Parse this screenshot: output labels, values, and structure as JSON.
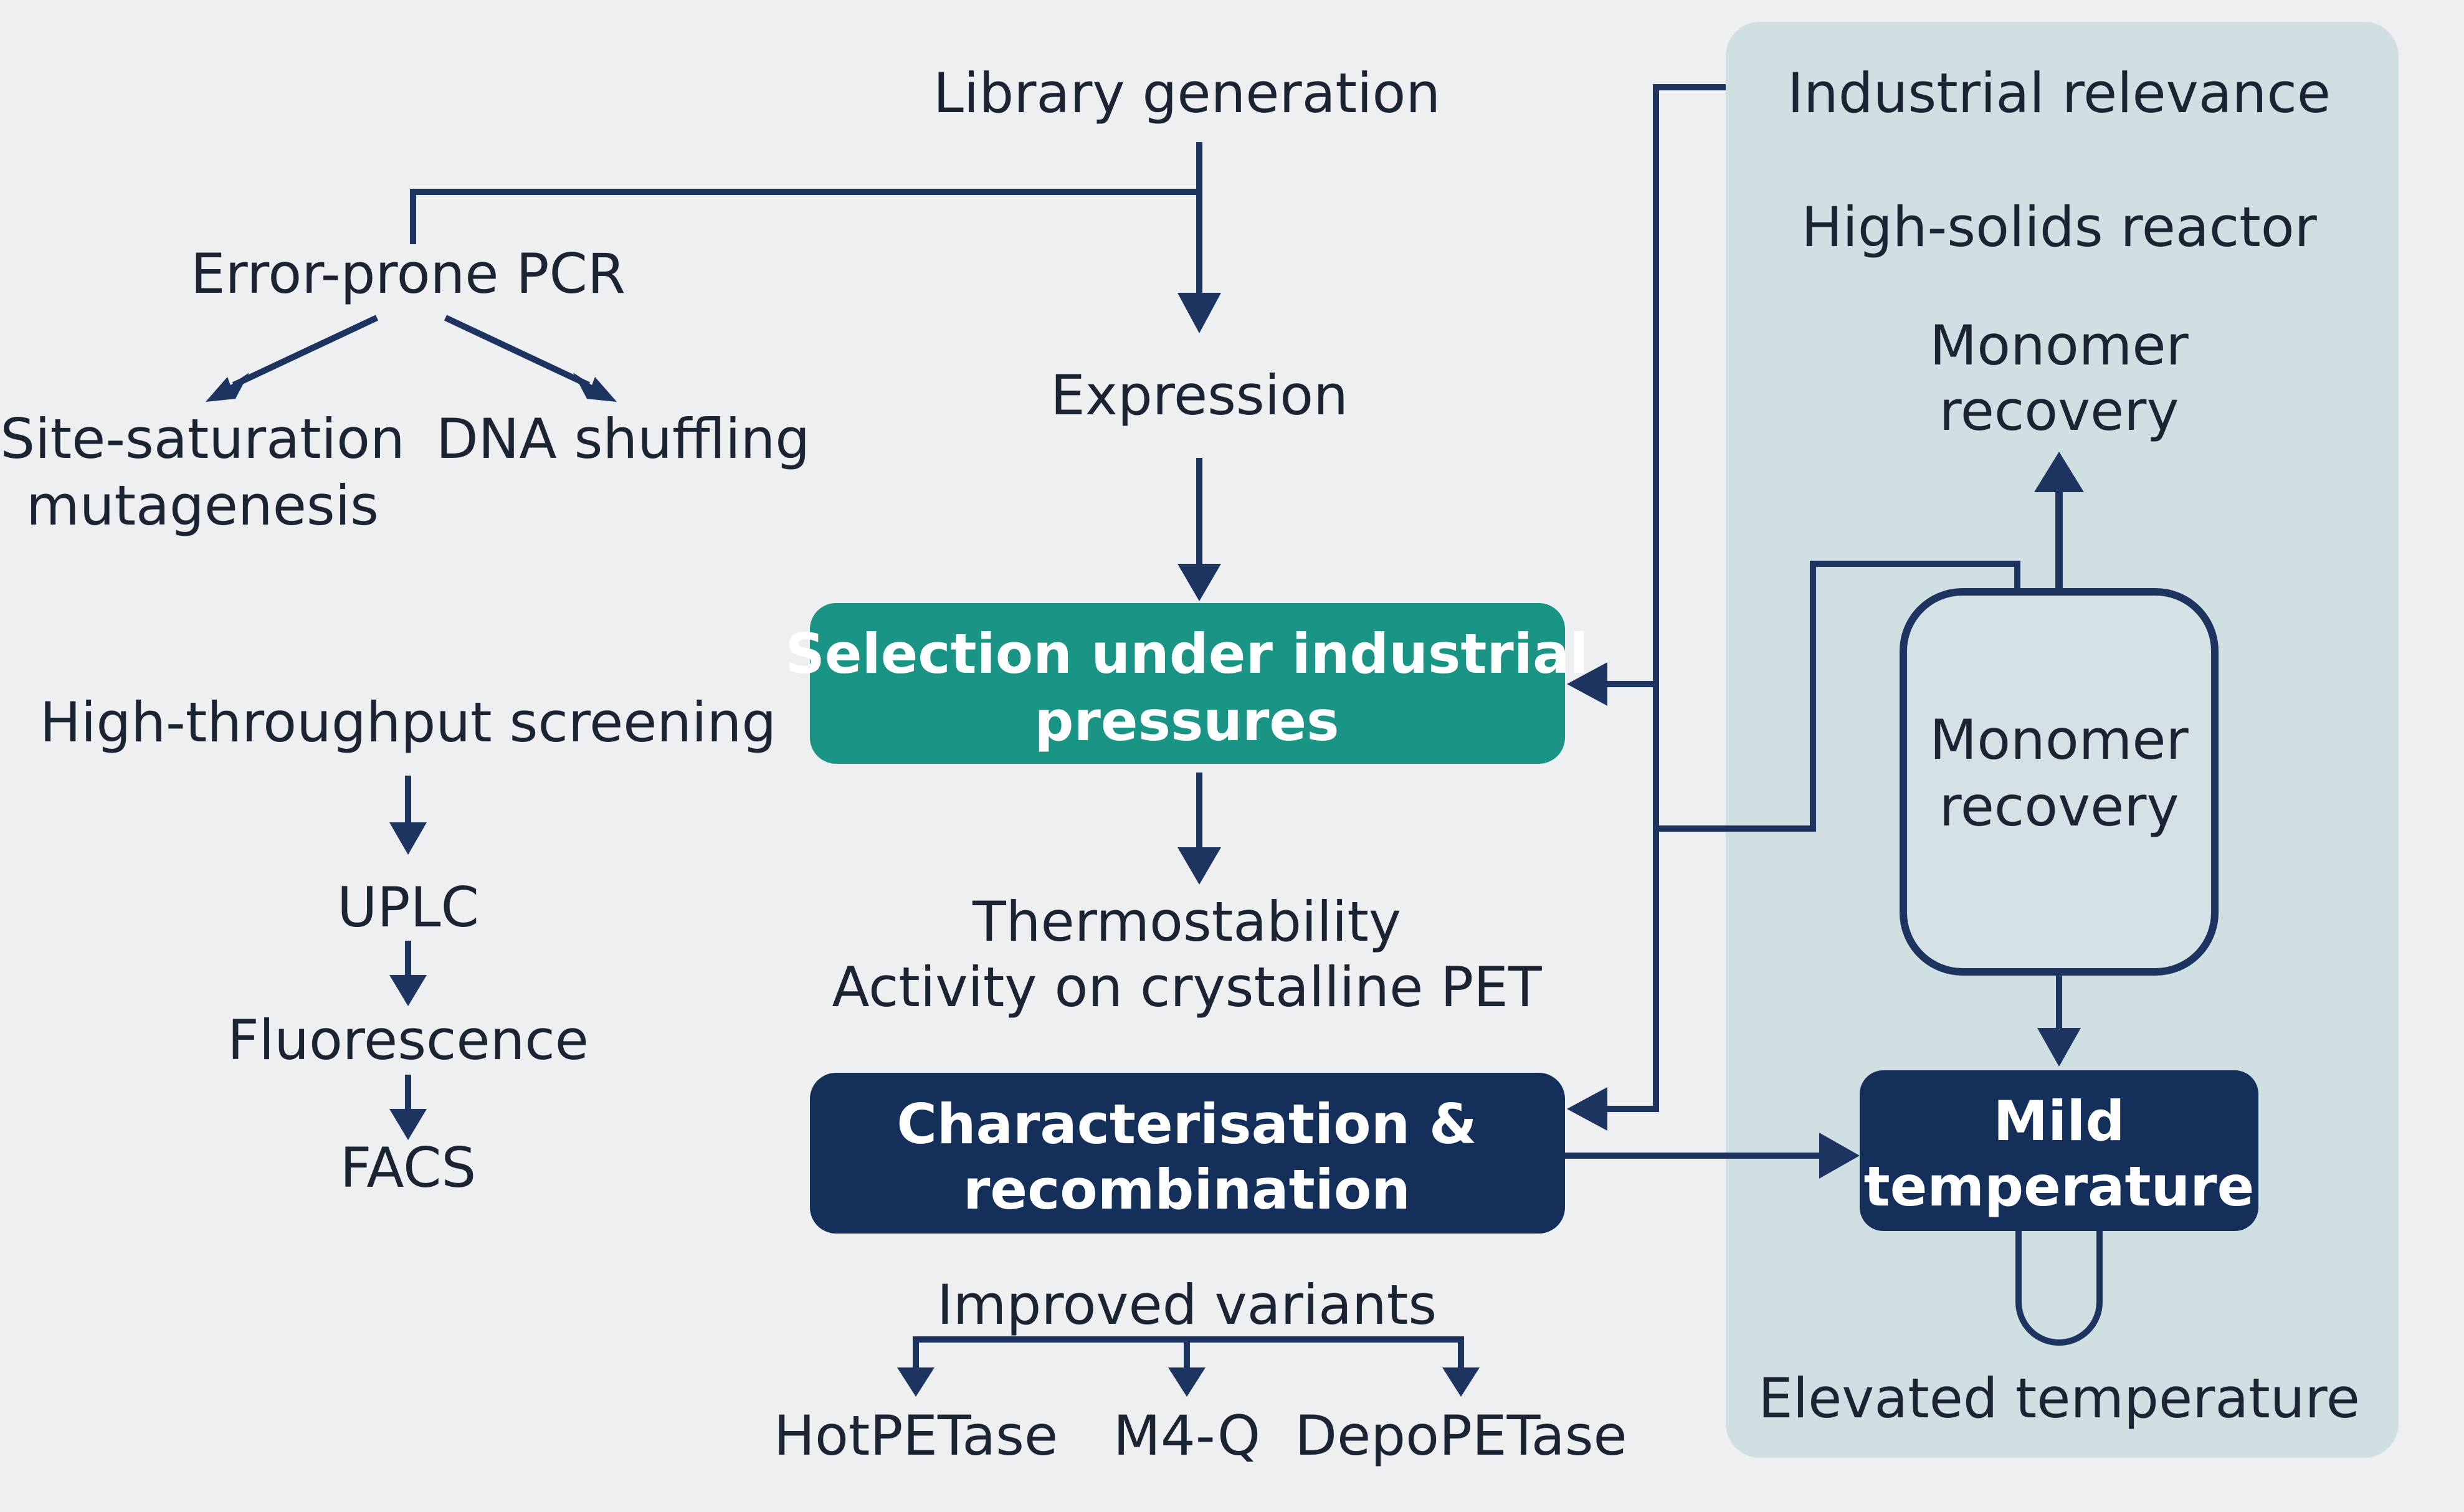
{
  "colors": {
    "canvas": "#eeeff0",
    "arrow": "#1d3360",
    "text": "#1b2433",
    "teal_box": "#1a9485",
    "navy_box": "#14305a",
    "panel": "#cfdfe2",
    "reactor_fill": "#d4e2e5",
    "box_text": "#ffffff"
  },
  "library": {
    "title": "Library generation",
    "error_prone_pcr": "Error-prone PCR",
    "site_saturation": [
      "Site-saturation",
      "mutagenesis"
    ],
    "dna_shuffling": "DNA shuffling"
  },
  "screening": {
    "title": "High-throughput screening",
    "steps": [
      "UPLC",
      "Fluorescence",
      "FACS"
    ]
  },
  "center": {
    "expression": "Expression",
    "selection": [
      "Selection under industrial",
      "pressures"
    ],
    "criteria": [
      "Thermostability",
      "Activity on crystalline PET"
    ],
    "characterisation": [
      "Characterisation &",
      "recombination"
    ],
    "improved": "Improved variants",
    "variants": [
      "HotPETase",
      "M4-Q",
      "DepoPETase"
    ]
  },
  "industrial": {
    "title": "Industrial relevance",
    "reactor": "High-solids reactor",
    "monomer_top": [
      "Monomer",
      "recovery"
    ],
    "monomer_vessel": [
      "Monomer",
      "recovery"
    ],
    "mild": [
      "Mild",
      "temperature"
    ],
    "elevated": "Elevated temperature"
  }
}
